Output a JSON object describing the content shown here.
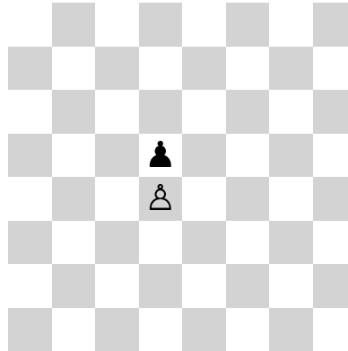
{
  "board": {
    "light_color": "#ffffff",
    "dark_color": "#d3d3d3",
    "pieces": [
      {
        "square": "d5",
        "type": "pawn",
        "color": "black",
        "glyph": "♟"
      },
      {
        "square": "d4",
        "type": "pawn",
        "color": "white",
        "glyph": "♙"
      }
    ]
  }
}
